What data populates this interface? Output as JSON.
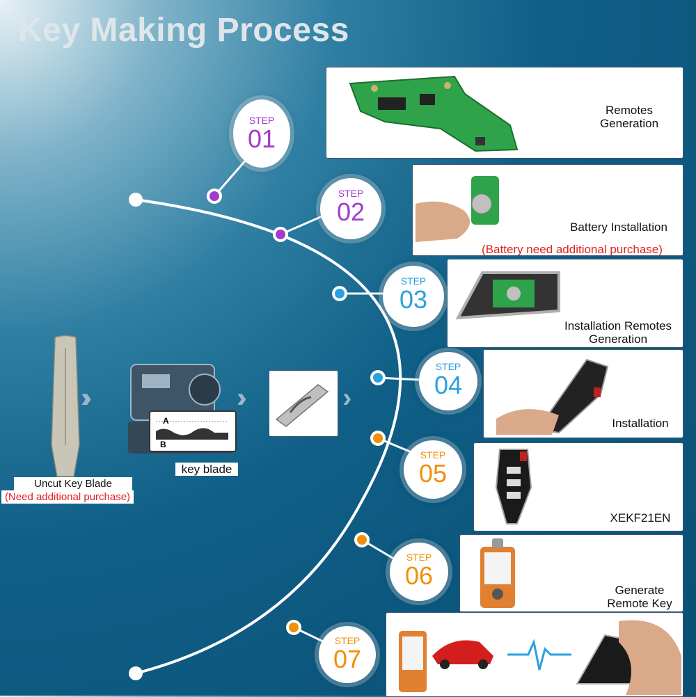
{
  "title": "Key Making Process",
  "colors": {
    "purple": "#a03ccf",
    "blue": "#2aa0e0",
    "orange": "#f0900a"
  },
  "steps": [
    {
      "step": "STEP",
      "num": "01",
      "label": "Remotes\nGeneration"
    },
    {
      "step": "STEP",
      "num": "02",
      "label": "Battery Installation",
      "note": "(Battery need additional purchase)"
    },
    {
      "step": "STEP",
      "num": "03",
      "label": "Installation Remotes\nGeneration"
    },
    {
      "step": "STEP",
      "num": "04",
      "label": "Installation"
    },
    {
      "step": "STEP",
      "num": "05",
      "label": "XEKF21EN"
    },
    {
      "step": "STEP",
      "num": "06",
      "label": "Generate\nRemote Key"
    },
    {
      "step": "STEP",
      "num": "07"
    }
  ],
  "left": {
    "blade_label": "Uncut Key  Blade",
    "blade_note": "(Need additional purchase)",
    "machine_label": "key blade",
    "tag_a": "A",
    "tag_b": "B"
  }
}
